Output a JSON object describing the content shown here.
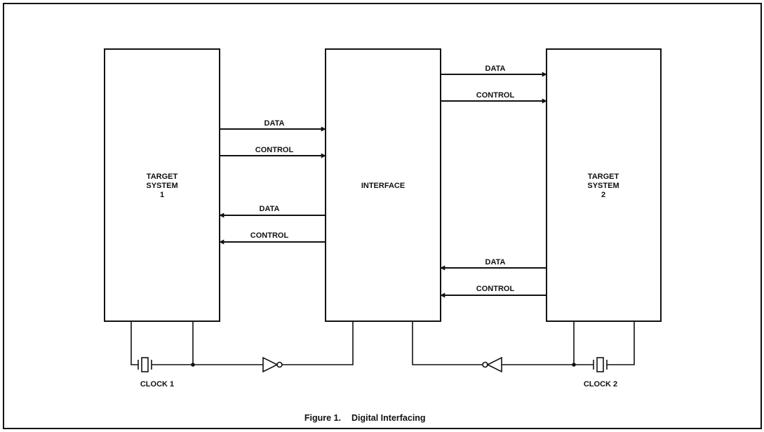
{
  "blocks": {
    "target1": [
      "TARGET",
      "SYSTEM",
      "1"
    ],
    "interface": "INTERFACE",
    "target2": [
      "TARGET",
      "SYSTEM",
      "2"
    ]
  },
  "signals": {
    "t1_to_if_data": "DATA",
    "t1_to_if_control": "CONTROL",
    "if_to_t1_data": "DATA",
    "if_to_t1_control": "CONTROL",
    "if_to_t2_data": "DATA",
    "if_to_t2_control": "CONTROL",
    "t2_to_if_data": "DATA",
    "t2_to_if_control": "CONTROL"
  },
  "clocks": {
    "clock1": "CLOCK 1",
    "clock2": "CLOCK 2"
  },
  "caption": {
    "number": "Figure 1.",
    "title": "Digital Interfacing"
  }
}
